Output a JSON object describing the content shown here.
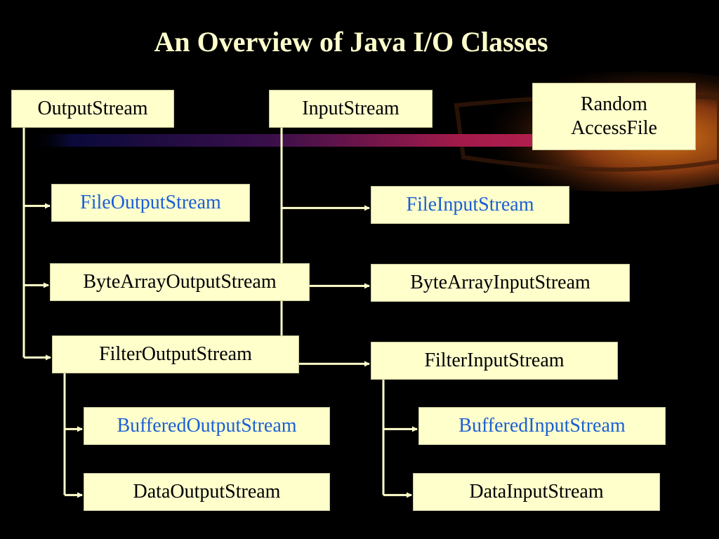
{
  "title": "An Overview of Java I/O Classes",
  "colors": {
    "background": "#000000",
    "title": "#ffffcc",
    "box_fill": "#ffffcc",
    "box_text": "#000000",
    "highlight_text": "#1a5fd6",
    "connector": "#ffffcc",
    "decorative_band": "#a01a4a",
    "decorative_glow": "#c86a14"
  },
  "nodes": {
    "output_stream": {
      "label": "OutputStream"
    },
    "input_stream": {
      "label": "InputStream"
    },
    "random_access_file": {
      "line1": "Random",
      "line2": "AccessFile"
    },
    "file_output_stream": {
      "label": "FileOutputStream",
      "highlight": true
    },
    "byte_array_output_stream": {
      "label": "ByteArrayOutputStream"
    },
    "filter_output_stream": {
      "label": "FilterOutputStream"
    },
    "buffered_output_stream": {
      "label": "BufferedOutputStream",
      "highlight": true
    },
    "data_output_stream": {
      "label": "DataOutputStream"
    },
    "file_input_stream": {
      "label": "FileInputStream",
      "highlight": true
    },
    "byte_array_input_stream": {
      "label": "ByteArrayInputStream"
    },
    "filter_input_stream": {
      "label": "FilterInputStream"
    },
    "buffered_input_stream": {
      "label": "BufferedInputStream",
      "highlight": true
    },
    "data_input_stream": {
      "label": "DataInputStream"
    }
  },
  "edges": [
    {
      "from": "output_stream",
      "to": "file_output_stream"
    },
    {
      "from": "output_stream",
      "to": "byte_array_output_stream"
    },
    {
      "from": "output_stream",
      "to": "filter_output_stream"
    },
    {
      "from": "filter_output_stream",
      "to": "buffered_output_stream"
    },
    {
      "from": "filter_output_stream",
      "to": "data_output_stream"
    },
    {
      "from": "input_stream",
      "to": "file_input_stream"
    },
    {
      "from": "input_stream",
      "to": "byte_array_input_stream"
    },
    {
      "from": "input_stream",
      "to": "filter_input_stream"
    },
    {
      "from": "filter_input_stream",
      "to": "buffered_input_stream"
    },
    {
      "from": "filter_input_stream",
      "to": "data_input_stream"
    }
  ]
}
